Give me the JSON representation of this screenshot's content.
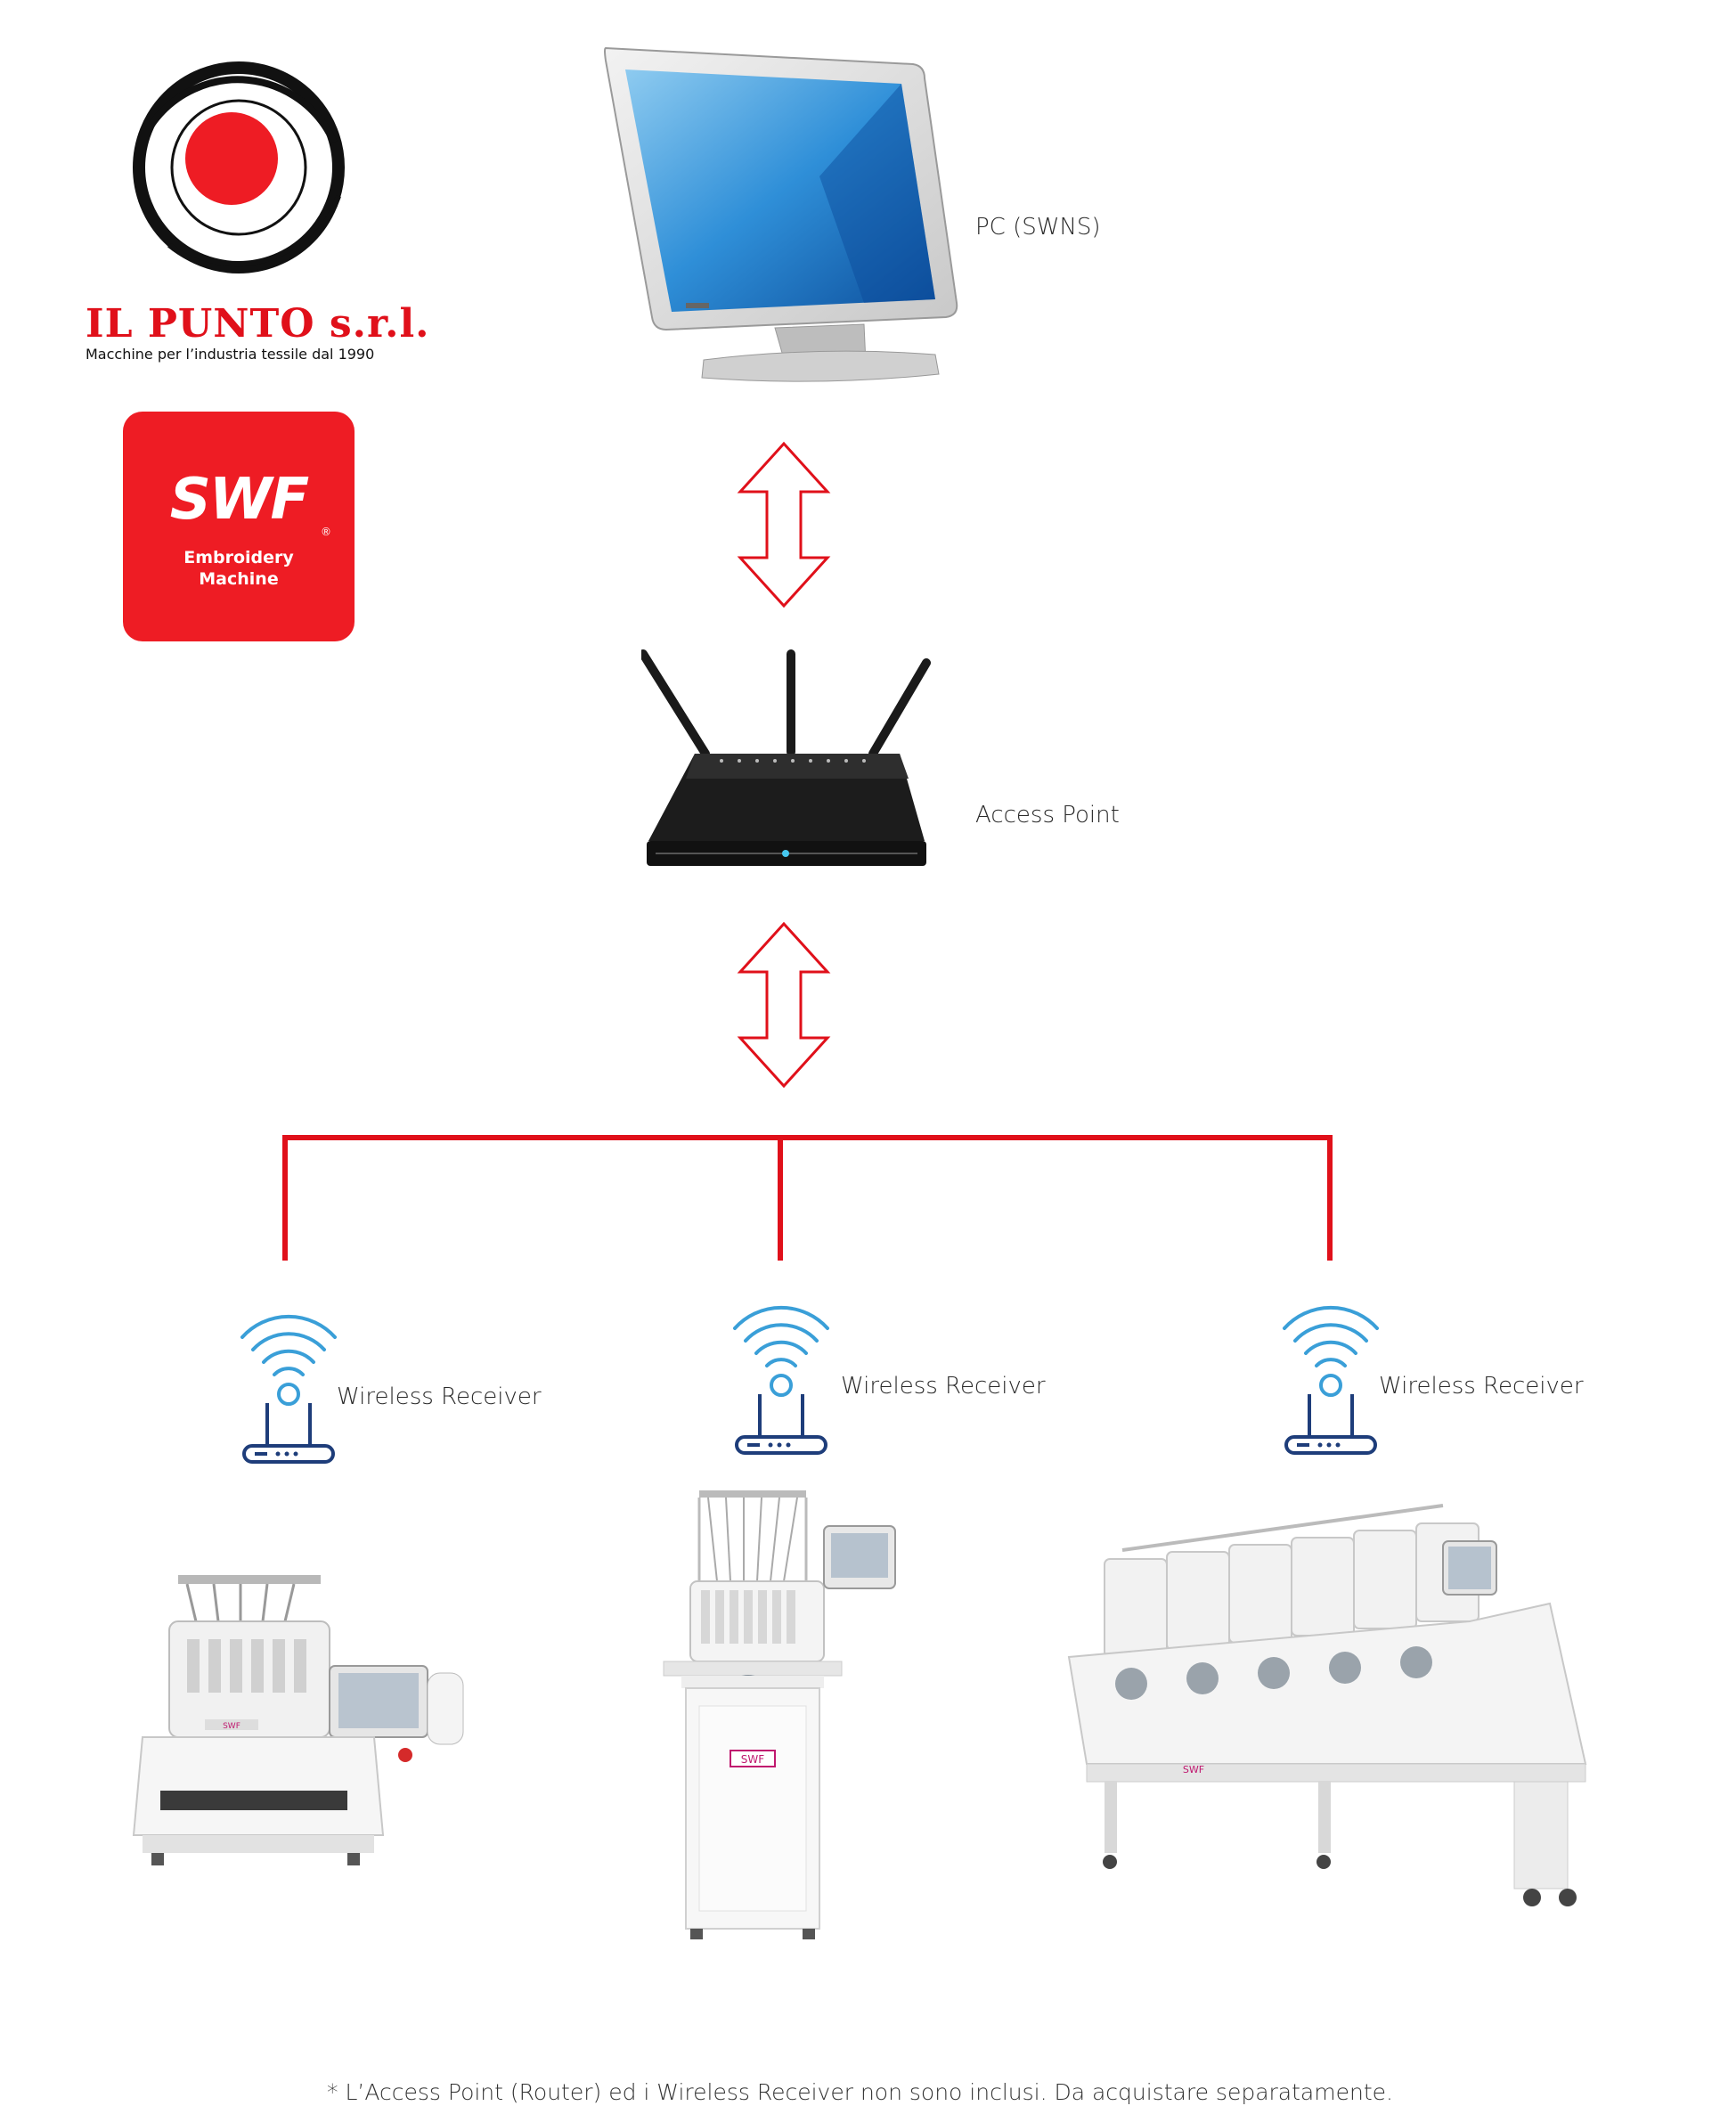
{
  "brand": {
    "company_name": "IL PUNTO s.r.l.",
    "tagline": "Macchine per l’industria tessile dal 1990",
    "swf_logo_text": "SWF",
    "swf_registered": "®",
    "swf_caption_line1": "Embroidery",
    "swf_caption_line2": "Machine",
    "colors": {
      "accent_red": "#e0101a",
      "badge_red": "#ee1c24"
    }
  },
  "nodes": {
    "pc_label": "PC (SWNS)",
    "access_point_label": "Access Point",
    "receivers": [
      "Wireless Receiver",
      "Wireless Receiver",
      "Wireless Receiver"
    ],
    "machine_badge_text": "SWF"
  },
  "footnote": "* L’Access Point (Router) ed i Wireless Receiver non sono inclusi. Da acquistare separatamente.",
  "icons": [
    "logo-ring-icon",
    "monitor-icon",
    "double-arrow-icon",
    "router-icon",
    "wifi-signal-icon",
    "embroidery-machine-icon"
  ]
}
